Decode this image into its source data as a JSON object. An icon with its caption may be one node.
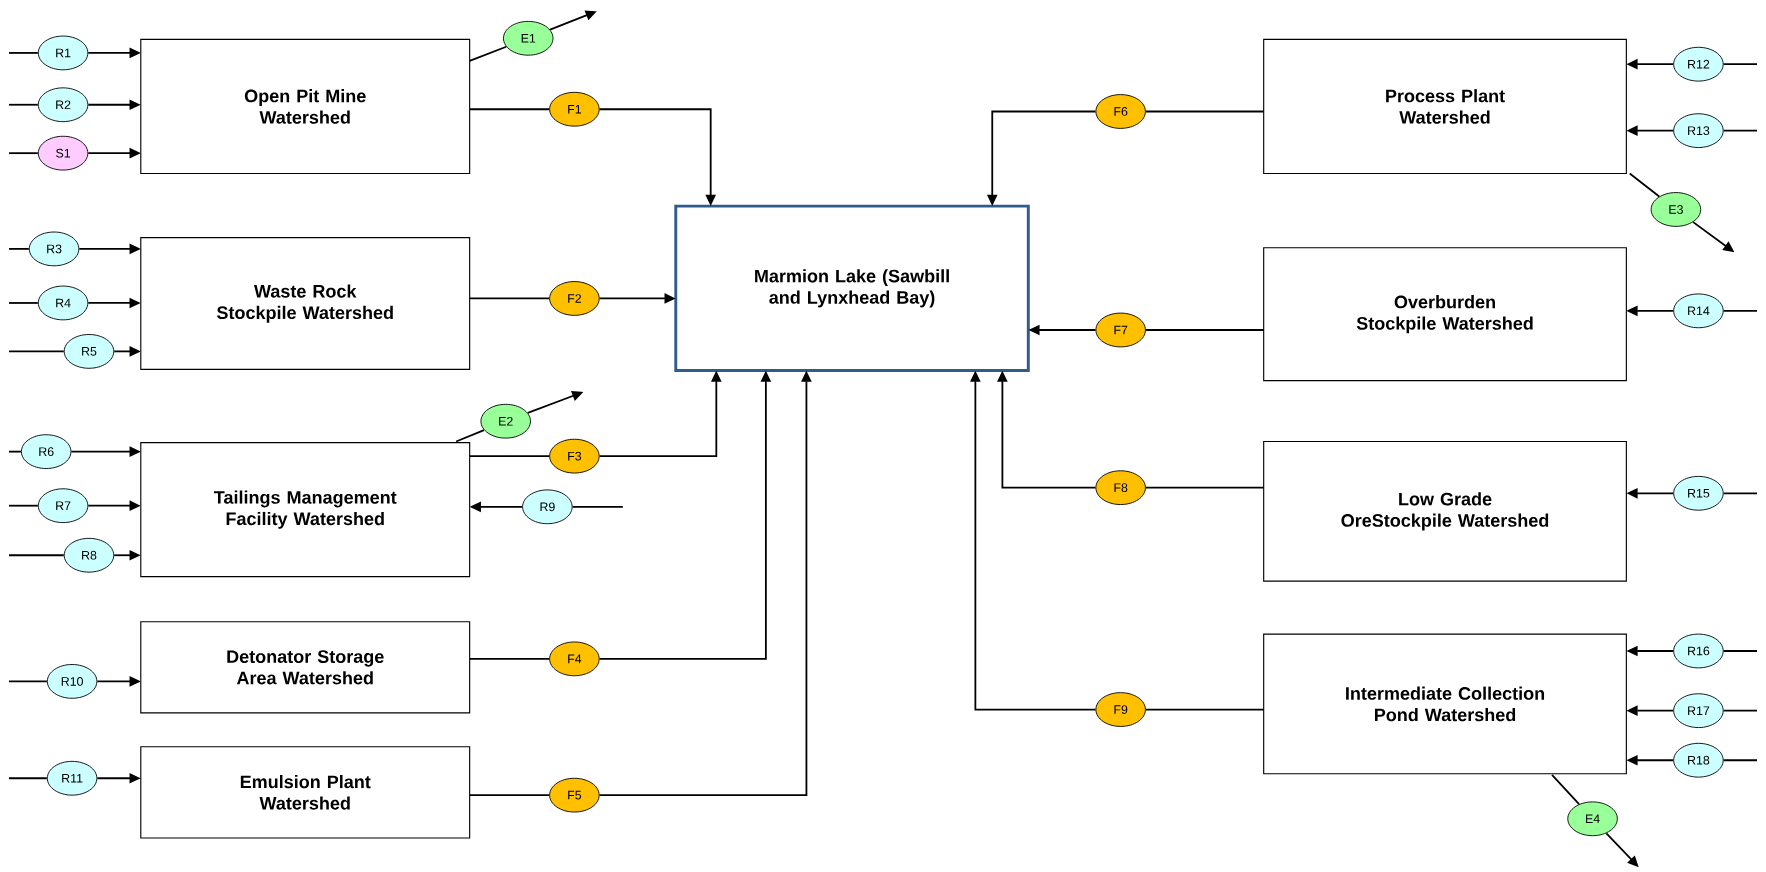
{
  "diagram": {
    "nodes": [
      {
        "text": [
          "Open Pit Mine Watershed"
        ]
      },
      {
        "text": [
          "Waste Rock Stockpile Watershed"
        ]
      },
      {
        "text": [
          "Tailings Management Facility Watershed"
        ]
      },
      {
        "text": [
          "Detonator Storage Area Watershed"
        ]
      },
      {
        "text": [
          "Emulsion Plant Watershed"
        ]
      },
      {
        "text": [
          "Marmion Lake (Sawbill and Lynxhead Bay)"
        ]
      },
      {
        "text": [
          "Process Plant Watershed"
        ]
      },
      {
        "text": [
          "Overburden Stockpile Watershed"
        ]
      },
      {
        "text": [
          "Low Grade OreStockpile Watershed"
        ]
      },
      {
        "text": [
          "Intermediate Collection Pond Watershed"
        ]
      },
      {
        "text": [
          "R1"
        ]
      },
      {
        "text": [
          "R2"
        ]
      },
      {
        "text": [
          "S1"
        ]
      },
      {
        "text": [
          "R3"
        ]
      },
      {
        "text": [
          "R4"
        ]
      },
      {
        "text": [
          "R5"
        ]
      },
      {
        "text": [
          "R6"
        ]
      },
      {
        "text": [
          "R7"
        ]
      },
      {
        "text": [
          "R8"
        ]
      },
      {
        "text": [
          "R9"
        ]
      },
      {
        "text": [
          "R10"
        ]
      },
      {
        "text": [
          "R11"
        ]
      },
      {
        "text": [
          "E1"
        ]
      },
      {
        "text": [
          "E2"
        ]
      },
      {
        "text": [
          "F1"
        ]
      },
      {
        "text": [
          "F2"
        ]
      },
      {
        "text": [
          "F3"
        ]
      },
      {
        "text": [
          "F4"
        ]
      },
      {
        "text": [
          "F5"
        ]
      },
      {
        "text": [
          "F6"
        ]
      },
      {
        "text": [
          "F7"
        ]
      },
      {
        "text": [
          "F8"
        ]
      },
      {
        "text": [
          "F9"
        ]
      },
      {
        "text": [
          "R12"
        ]
      },
      {
        "text": [
          "R13"
        ]
      },
      {
        "text": [
          "E3"
        ]
      },
      {
        "text": [
          "R14"
        ]
      },
      {
        "text": [
          "R15"
        ]
      },
      {
        "text": [
          "R16"
        ]
      },
      {
        "text": [
          "R17"
        ]
      },
      {
        "text": [
          "R18"
        ]
      },
      {
        "text": [
          "E4"
        ]
      }
    ],
    "edges": [
      {
        "from": null,
        "to": 10,
        "arrow": "none"
      },
      {
        "from": 10,
        "to": 0,
        "arrow": "to"
      },
      {
        "from": null,
        "to": 11,
        "arrow": "none"
      },
      {
        "from": 11,
        "to": 0,
        "arrow": "to"
      },
      {
        "from": null,
        "to": 12,
        "arrow": "none"
      },
      {
        "from": 12,
        "to": 0,
        "arrow": "to"
      },
      {
        "from": null,
        "to": 13,
        "arrow": "none"
      },
      {
        "from": 13,
        "to": 1,
        "arrow": "to"
      },
      {
        "from": null,
        "to": 14,
        "arrow": "none"
      },
      {
        "from": 14,
        "to": 1,
        "arrow": "to"
      },
      {
        "from": null,
        "to": 15,
        "arrow": "none"
      },
      {
        "from": 15,
        "to": 1,
        "arrow": "to"
      },
      {
        "from": null,
        "to": 16,
        "arrow": "none"
      },
      {
        "from": 16,
        "to": 2,
        "arrow": "to"
      },
      {
        "from": null,
        "to": 17,
        "arrow": "none"
      },
      {
        "from": 17,
        "to": 2,
        "arrow": "to"
      },
      {
        "from": null,
        "to": 18,
        "arrow": "none"
      },
      {
        "from": 18,
        "to": 2,
        "arrow": "to"
      },
      {
        "from": null,
        "to": 19,
        "arrow": "none"
      },
      {
        "from": 19,
        "to": 2,
        "arrow": "to"
      },
      {
        "from": null,
        "to": 20,
        "arrow": "none"
      },
      {
        "from": 20,
        "to": 3,
        "arrow": "to"
      },
      {
        "from": null,
        "to": 21,
        "arrow": "none"
      },
      {
        "from": 21,
        "to": 4,
        "arrow": "to"
      },
      {
        "from": 0,
        "to": 22,
        "arrow": "none"
      },
      {
        "from": 22,
        "to": null,
        "arrow": "to"
      },
      {
        "from": 2,
        "to": 23,
        "arrow": "none"
      },
      {
        "from": 23,
        "to": null,
        "arrow": "to"
      },
      {
        "from": 0,
        "to": 24,
        "arrow": "none"
      },
      {
        "from": 24,
        "to": 5,
        "arrow": "to"
      },
      {
        "from": 1,
        "to": 25,
        "arrow": "none"
      },
      {
        "from": 25,
        "to": 5,
        "arrow": "to"
      },
      {
        "from": 2,
        "to": 26,
        "arrow": "none"
      },
      {
        "from": 26,
        "to": 5,
        "arrow": "to"
      },
      {
        "from": 3,
        "to": 27,
        "arrow": "none"
      },
      {
        "from": 27,
        "to": 5,
        "arrow": "to"
      },
      {
        "from": 4,
        "to": 28,
        "arrow": "none"
      },
      {
        "from": 28,
        "to": 5,
        "arrow": "to"
      },
      {
        "from": 6,
        "to": 29,
        "arrow": "none"
      },
      {
        "from": 29,
        "to": 5,
        "arrow": "to"
      },
      {
        "from": 7,
        "to": 30,
        "arrow": "none"
      },
      {
        "from": 30,
        "to": 5,
        "arrow": "to"
      },
      {
        "from": 8,
        "to": 31,
        "arrow": "none"
      },
      {
        "from": 31,
        "to": 5,
        "arrow": "to"
      },
      {
        "from": 9,
        "to": 32,
        "arrow": "none"
      },
      {
        "from": 32,
        "to": 5,
        "arrow": "to"
      },
      {
        "from": null,
        "to": 33,
        "arrow": "none"
      },
      {
        "from": 33,
        "to": 6,
        "arrow": "to"
      },
      {
        "from": null,
        "to": 34,
        "arrow": "none"
      },
      {
        "from": 34,
        "to": 6,
        "arrow": "to"
      },
      {
        "from": 6,
        "to": 35,
        "arrow": "none"
      },
      {
        "from": 35,
        "to": null,
        "arrow": "to"
      },
      {
        "from": null,
        "to": 36,
        "arrow": "none"
      },
      {
        "from": 36,
        "to": 7,
        "arrow": "to"
      },
      {
        "from": null,
        "to": 37,
        "arrow": "none"
      },
      {
        "from": 37,
        "to": 8,
        "arrow": "to"
      },
      {
        "from": null,
        "to": 38,
        "arrow": "none"
      },
      {
        "from": 38,
        "to": 9,
        "arrow": "to"
      },
      {
        "from": null,
        "to": 39,
        "arrow": "none"
      },
      {
        "from": 39,
        "to": 9,
        "arrow": "to"
      },
      {
        "from": null,
        "to": 40,
        "arrow": "none"
      },
      {
        "from": 40,
        "to": 9,
        "arrow": "to"
      },
      {
        "from": 9,
        "to": 41,
        "arrow": "none"
      },
      {
        "from": 41,
        "to": null,
        "arrow": "to"
      }
    ]
  }
}
